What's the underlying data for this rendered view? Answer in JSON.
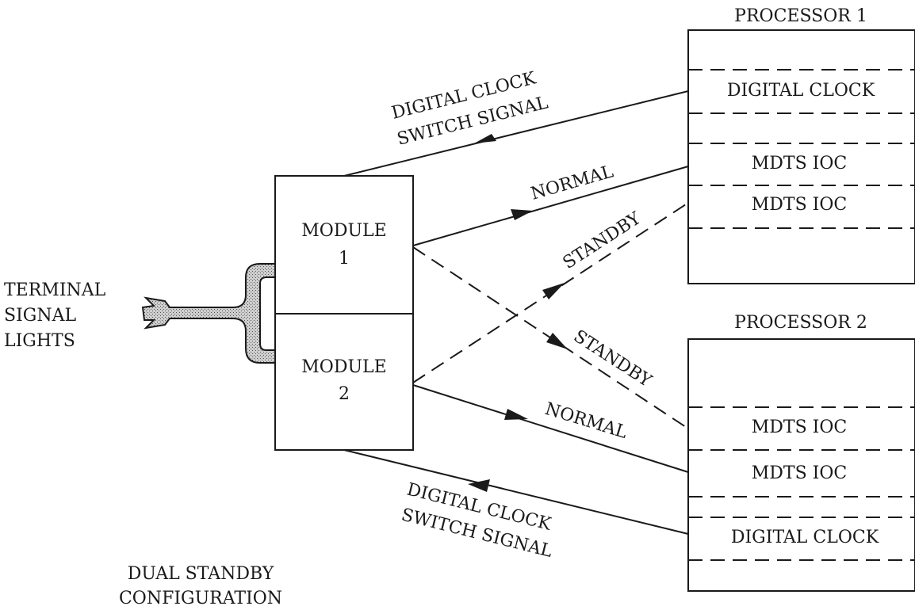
{
  "processor1": {
    "title": "PROCESSOR 1",
    "rows": [
      "DIGITAL CLOCK",
      "MDTS IOC",
      "MDTS IOC"
    ]
  },
  "processor2": {
    "title": "PROCESSOR 2",
    "rows": [
      "MDTS IOC",
      "MDTS IOC",
      "DIGITAL CLOCK"
    ]
  },
  "module1": {
    "line1": "MODULE",
    "line2": "1"
  },
  "module2": {
    "line1": "MODULE",
    "line2": "2"
  },
  "terminal": {
    "line1": "TERMINAL",
    "line2": "SIGNAL",
    "line3": "LIGHTS"
  },
  "links": {
    "clock_top_1": "DIGITAL CLOCK",
    "clock_top_2": "SWITCH SIGNAL",
    "normal_1": "NORMAL",
    "standby_top": "STANDBY",
    "standby_bottom": "STANDBY",
    "normal_2": "NORMAL",
    "clock_bottom_1": "DIGITAL CLOCK",
    "clock_bottom_2": "SWITCH SIGNAL"
  },
  "caption": {
    "line1": "DUAL STANDBY",
    "line2": "CONFIGURATION"
  }
}
